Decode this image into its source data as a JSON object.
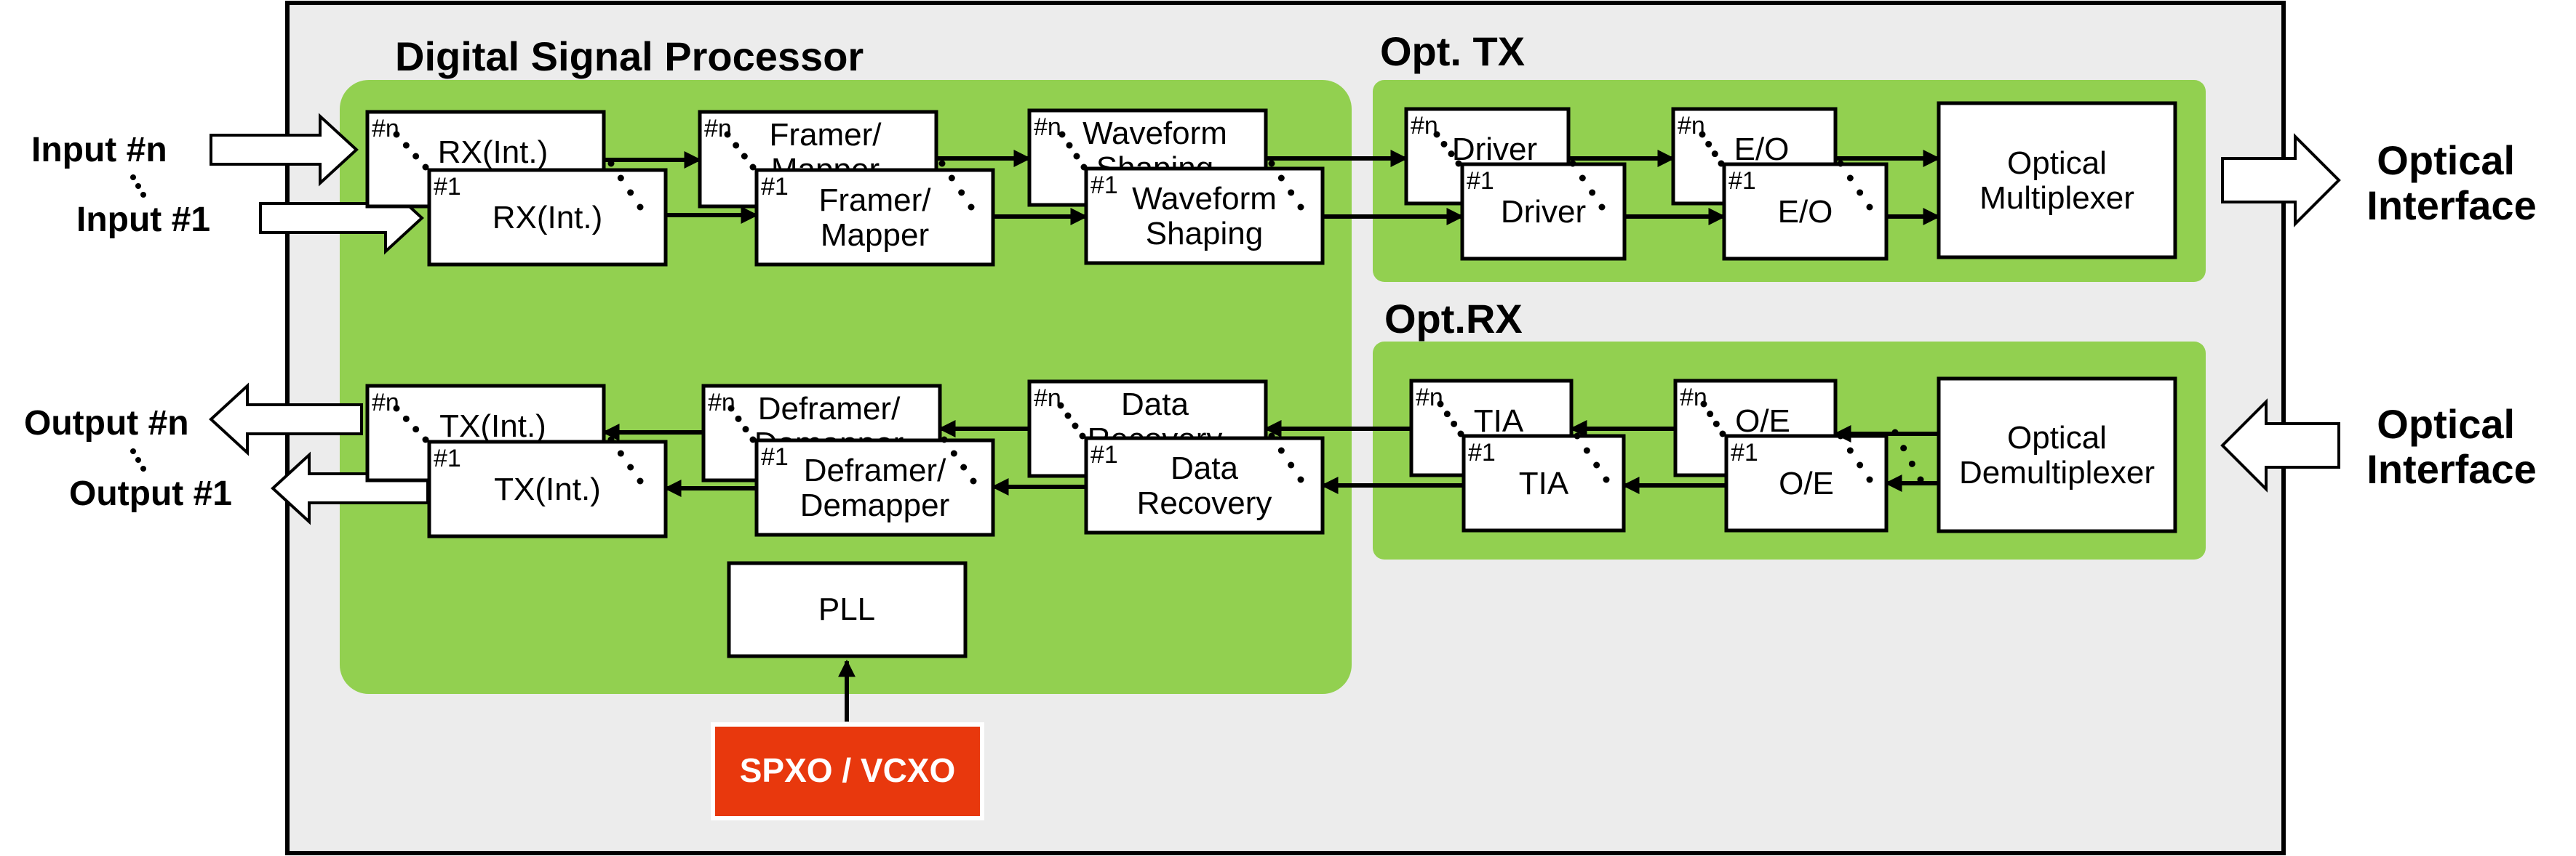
{
  "sections": {
    "dsp": "Digital Signal Processor",
    "opt_tx": "Opt. TX",
    "opt_rx": "Opt.RX"
  },
  "io": {
    "input_n": "Input #n",
    "input_1": "Input #1",
    "output_n": "Output #n",
    "output_1": "Output #1",
    "optical_interface_top": [
      "Optical",
      "Interface"
    ],
    "optical_interface_bottom": [
      "Optical",
      "Interface"
    ]
  },
  "index_labels": {
    "n": "#n",
    "one": "#1"
  },
  "blocks": {
    "rx_int": [
      "RX(Int.)"
    ],
    "framer_mapper": [
      "Framer/",
      "Mapper"
    ],
    "waveform_shaping": [
      "Waveform",
      "Shaping"
    ],
    "driver": [
      "Driver"
    ],
    "e_o": [
      "E/O"
    ],
    "optical_multiplexer": [
      "Optical",
      "Multiplexer"
    ],
    "tx_int": [
      "TX(Int.)"
    ],
    "deframer_demapper": [
      "Deframer/",
      "Demapper"
    ],
    "data_recovery": [
      "Data",
      "Recovery"
    ],
    "tia": [
      "TIA"
    ],
    "o_e": [
      "O/E"
    ],
    "optical_demultiplexer": [
      "Optical",
      "Demultiplexer"
    ],
    "pll": [
      "PLL"
    ],
    "spxo_vcxo": [
      "SPXO / VCXO"
    ]
  },
  "colors": {
    "outer_bg": "#ececec",
    "green": "#92d050",
    "oscillator": "#e8380d",
    "box_fill": "#ffffff",
    "stroke": "#000000"
  }
}
